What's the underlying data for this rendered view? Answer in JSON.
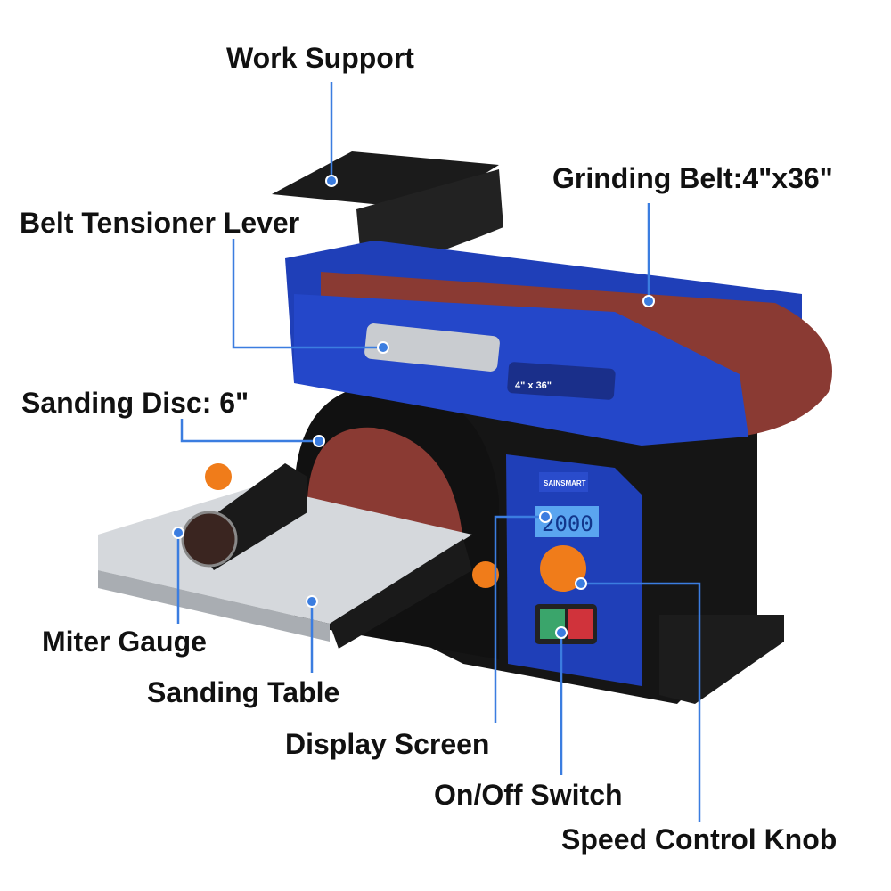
{
  "labels": {
    "work_support": "Work Support",
    "grinding_belt": "Grinding Belt:4\"x36\"",
    "belt_tensioner": "Belt Tensioner Lever",
    "sanding_disc": "Sanding Disc: 6\"",
    "miter_gauge": "Miter Gauge",
    "sanding_table": "Sanding Table",
    "display_screen": "Display Screen",
    "on_off_switch": "On/Off Switch",
    "speed_knob": "Speed Control Knob"
  },
  "machine": {
    "belt_marking": "4\" x 36\"",
    "display_value": "2000",
    "brand_logo": "SAINSMART"
  },
  "colors": {
    "leader": "#3b7de0",
    "body_blue": "#1f3fb8",
    "abrasive": "#8a3a33",
    "knob_orange": "#f07c1a"
  }
}
